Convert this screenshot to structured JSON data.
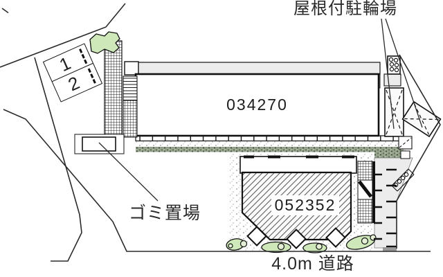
{
  "site_plan": {
    "annotations": {
      "bike_parking_label": "屋根付駐輪場",
      "garbage_label": "ゴミ置場",
      "road_label": "4.0m 道路"
    },
    "building_upper": {
      "number": "034270"
    },
    "building_lower": {
      "number": "052352"
    },
    "parking": {
      "space1": "1",
      "space2": "2"
    },
    "colors": {
      "landscape_green": "#cfe8b9",
      "hedge_green": "#97a38d",
      "walkway_gray": "#ececec",
      "line": "#1a1a1a"
    }
  }
}
